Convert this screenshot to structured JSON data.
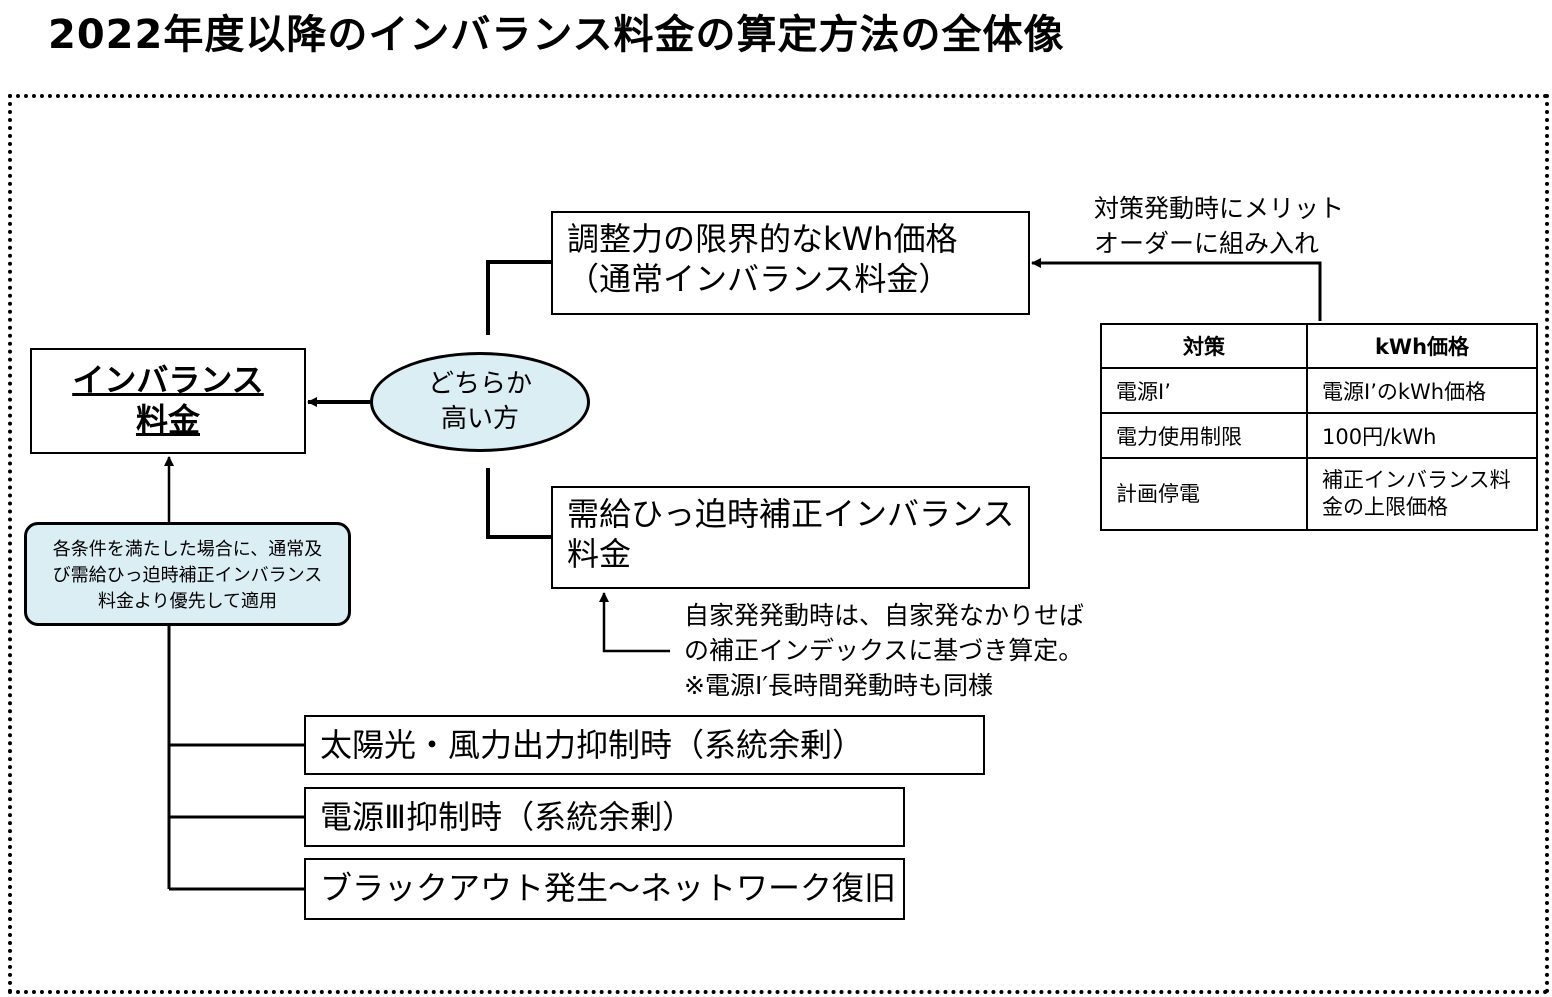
{
  "title": "2022年度以降のインバランス料金の算定方法の全体像",
  "imbalance_box": {
    "line1": "インバランス",
    "line2": "料金"
  },
  "ellipse": {
    "line1": "どちらか",
    "line2": "高い方"
  },
  "adjust_box": {
    "line1": "調整力の限界的なkWh価格",
    "line2": "（通常インバランス料金）"
  },
  "correction_box": {
    "line1": "需給ひっ迫時補正インバランス",
    "line2": "料金"
  },
  "priority_note": {
    "line1": "各条件を満たした場合に、通常及",
    "line2": "び需給ひっ迫時補正インバランス",
    "line3": "料金より優先して適用"
  },
  "merit_note": {
    "line1": "対策発動時にメリット",
    "line2": "オーダーに組み入れ"
  },
  "self_gen_note": {
    "line1": "自家発発動時は、自家発なかりせば",
    "line2": "の補正インデックスに基づき算定。",
    "line3": "※電源Ⅰ′長時間発動時も同様"
  },
  "conditions": [
    "太陽光・風力出力抑制時（系統余剰）",
    "電源Ⅲ抑制時（系統余剰）",
    "ブラックアウト発生～ネットワーク復旧"
  ],
  "measures_table": {
    "headers": [
      "対策",
      "kWh価格"
    ],
    "rows": [
      [
        "電源Ⅰ’",
        "電源Ⅰ’のkWh価格"
      ],
      [
        "電力使用制限",
        "100円/kWh"
      ],
      [
        "計画停電",
        "補正インバランス料金の上限価格"
      ]
    ],
    "last_price_lines": [
      "補正インバランス料",
      "金の上限価格"
    ]
  }
}
